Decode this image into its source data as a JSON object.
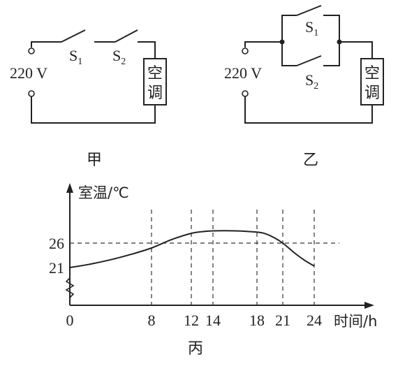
{
  "circuit_a": {
    "source": "220 V",
    "switch1": "S",
    "switch1_sub": "1",
    "switch2": "S",
    "switch2_sub": "2",
    "load_line1": "空",
    "load_line2": "调",
    "caption": "甲"
  },
  "circuit_b": {
    "source": "220 V",
    "switch1": "S",
    "switch1_sub": "1",
    "switch2": "S",
    "switch2_sub": "2",
    "load_line1": "空",
    "load_line2": "调",
    "caption": "乙"
  },
  "chart_data": {
    "type": "line",
    "ylabel": "室温/℃",
    "xlabel": "时间/h",
    "caption": "丙",
    "origin_label": "0",
    "x_ticks": [
      "8",
      "12",
      "14",
      "18",
      "21",
      "24"
    ],
    "y_ticks": [
      "21",
      "26"
    ],
    "series": [
      {
        "x": [
          0,
          2,
          4,
          6,
          8,
          10,
          12,
          13,
          14,
          16,
          18,
          19,
          20,
          21,
          22,
          23,
          24
        ],
        "y": [
          21,
          21.7,
          22.6,
          23.7,
          25,
          26.7,
          28,
          28.35,
          28.5,
          28.5,
          28.25,
          27.9,
          27.1,
          26,
          24.2,
          22.6,
          21.3
        ]
      }
    ],
    "reference_lines": {
      "y": [
        26
      ],
      "x": [
        8,
        12,
        14,
        18,
        21,
        24
      ]
    }
  }
}
